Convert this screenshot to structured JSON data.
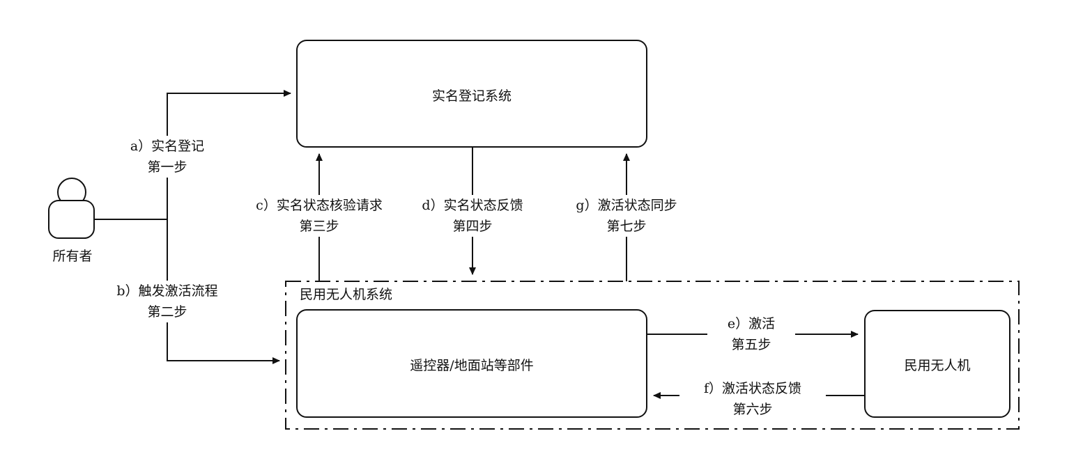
{
  "nodes": {
    "registration_system": "实名登记系统",
    "owner": "所有者",
    "uav_system_group": "民用无人机系统",
    "controller": "遥控器/地面站等部件",
    "uav": "民用无人机"
  },
  "edges": [
    {
      "id": "a",
      "label": "a）实名登记",
      "step": "第一步",
      "from": "owner",
      "to": "registration_system"
    },
    {
      "id": "b",
      "label": "b）触发激活流程",
      "step": "第二步",
      "from": "owner",
      "to": "uav_system_group"
    },
    {
      "id": "c",
      "label": "c）实名状态核验请求",
      "step": "第三步",
      "from": "uav_system_group",
      "to": "registration_system"
    },
    {
      "id": "d",
      "label": "d）实名状态反馈",
      "step": "第四步",
      "from": "registration_system",
      "to": "uav_system_group"
    },
    {
      "id": "e",
      "label": "e）激活",
      "step": "第五步",
      "from": "controller",
      "to": "uav"
    },
    {
      "id": "f",
      "label": "f）激活状态反馈",
      "step": "第六步",
      "from": "uav",
      "to": "controller"
    },
    {
      "id": "g",
      "label": "g）激活状态同步",
      "step": "第七步",
      "from": "uav_system_group",
      "to": "registration_system"
    }
  ]
}
